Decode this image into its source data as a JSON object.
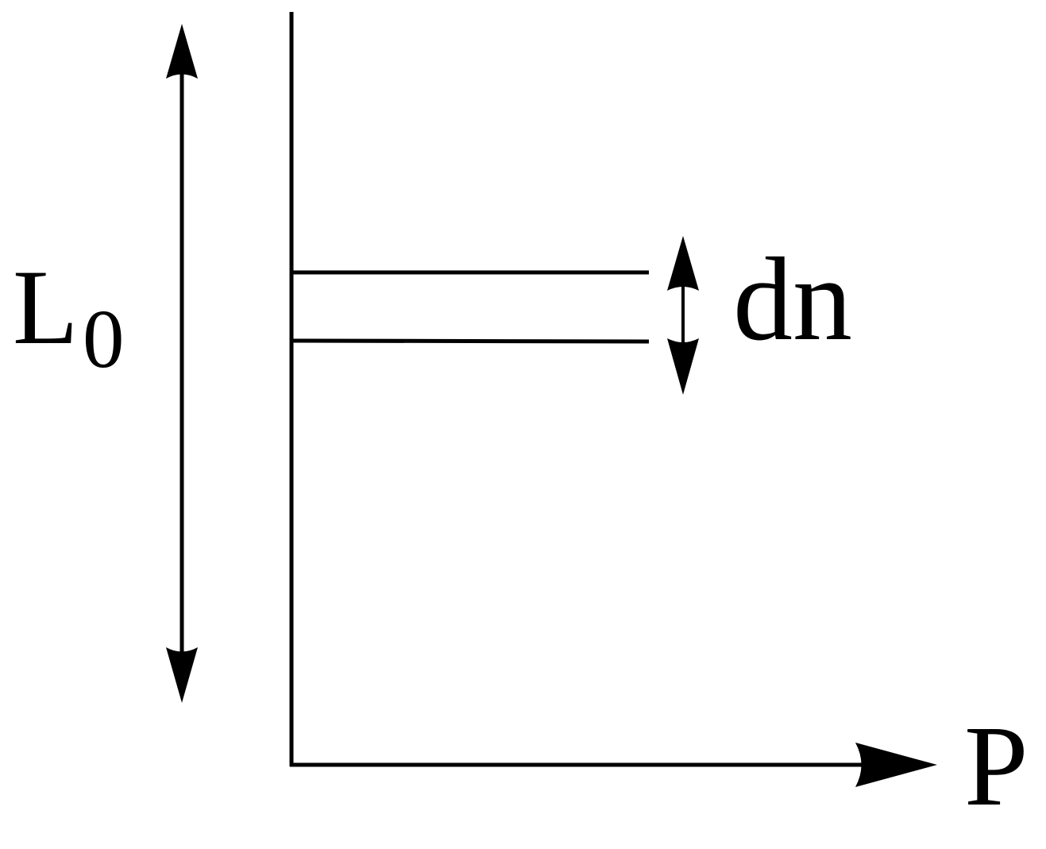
{
  "labels": {
    "length": "L",
    "length_subscript": "0",
    "increment": "dn",
    "axis_x": "P"
  },
  "colors": {
    "stroke": "#000000",
    "background": "#ffffff"
  }
}
